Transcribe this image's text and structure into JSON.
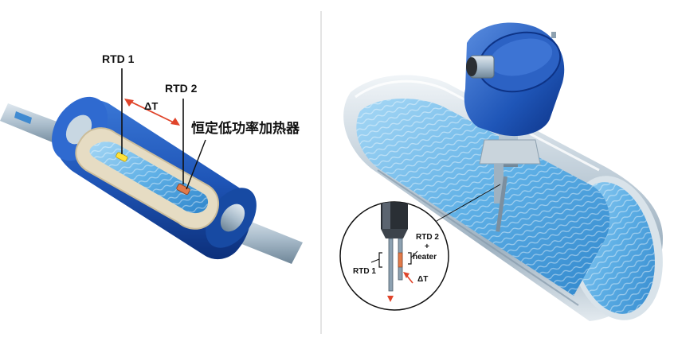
{
  "left_panel": {
    "rtd1_label": "RTD 1",
    "rtd2_label": "RTD 2",
    "delta_t_label": "ΔT",
    "heater_label": "恒定低功率加热器"
  },
  "right_panel": {
    "inset": {
      "rtd1_label": "RTD 1",
      "rtd2_label": "RTD 2",
      "plus_label": "+",
      "heater_label": "heater",
      "delta_t_label": "ΔT"
    }
  },
  "colors": {
    "housing_blue": "#1f56b8",
    "flow_blue": "#7cc4ee",
    "insulation": "#e6dcc3",
    "arrow_red": "#e0442a",
    "pipe_steel": "#b9c9d6"
  }
}
